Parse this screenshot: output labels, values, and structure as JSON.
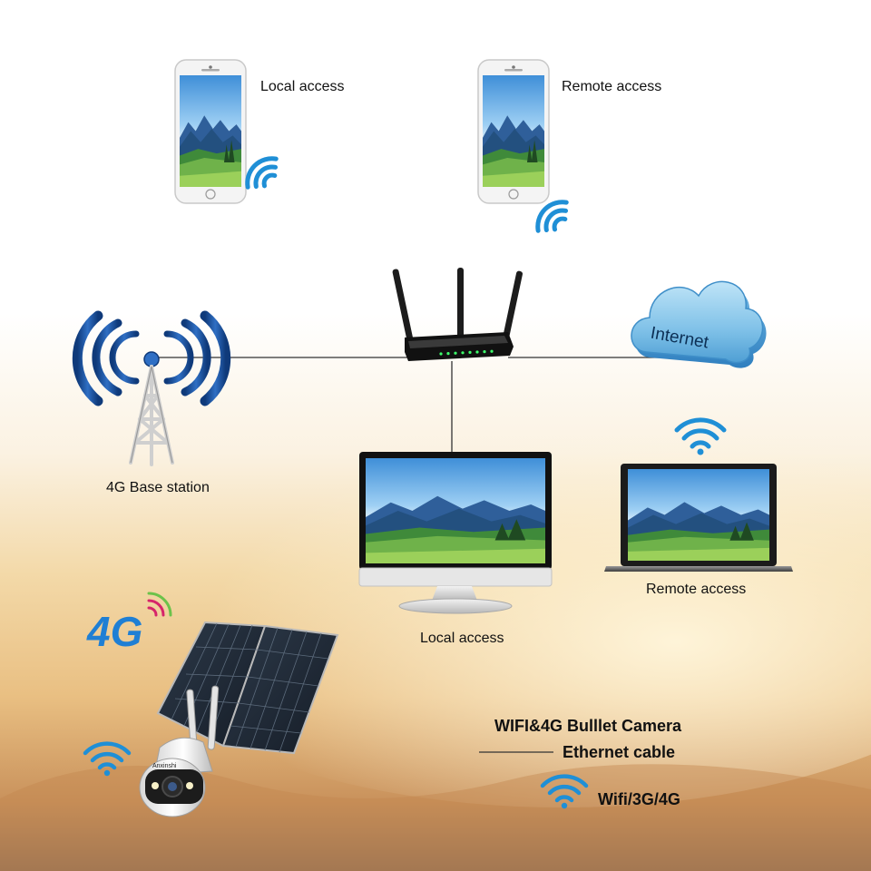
{
  "labels": {
    "phone_local": "Local access",
    "phone_remote": "Remote access",
    "base_station": "4G Base station",
    "desktop_local": "Local access",
    "laptop_remote": "Remote access",
    "cloud_text": "Internet",
    "badge_4g": "4G",
    "camera_brand": "Anxinshi"
  },
  "legend": {
    "title": "WIFI&4G Bulllet Camera",
    "ethernet": "Ethernet cable",
    "wireless": "Wifi/3G/4G"
  },
  "colors": {
    "wifi_blue": "#1f8fd6",
    "tower_blue": "#1d4f9a",
    "badge_blue": "#1f7fd4",
    "sky_top": "#ffffff",
    "sky_bottom": "#e8b46a"
  },
  "icons": [
    "wifi-icon",
    "router-icon",
    "cloud-icon",
    "tower-icon",
    "phone-icon",
    "desktop-icon",
    "laptop-icon",
    "solar-panel-icon",
    "ptz-camera-icon"
  ]
}
